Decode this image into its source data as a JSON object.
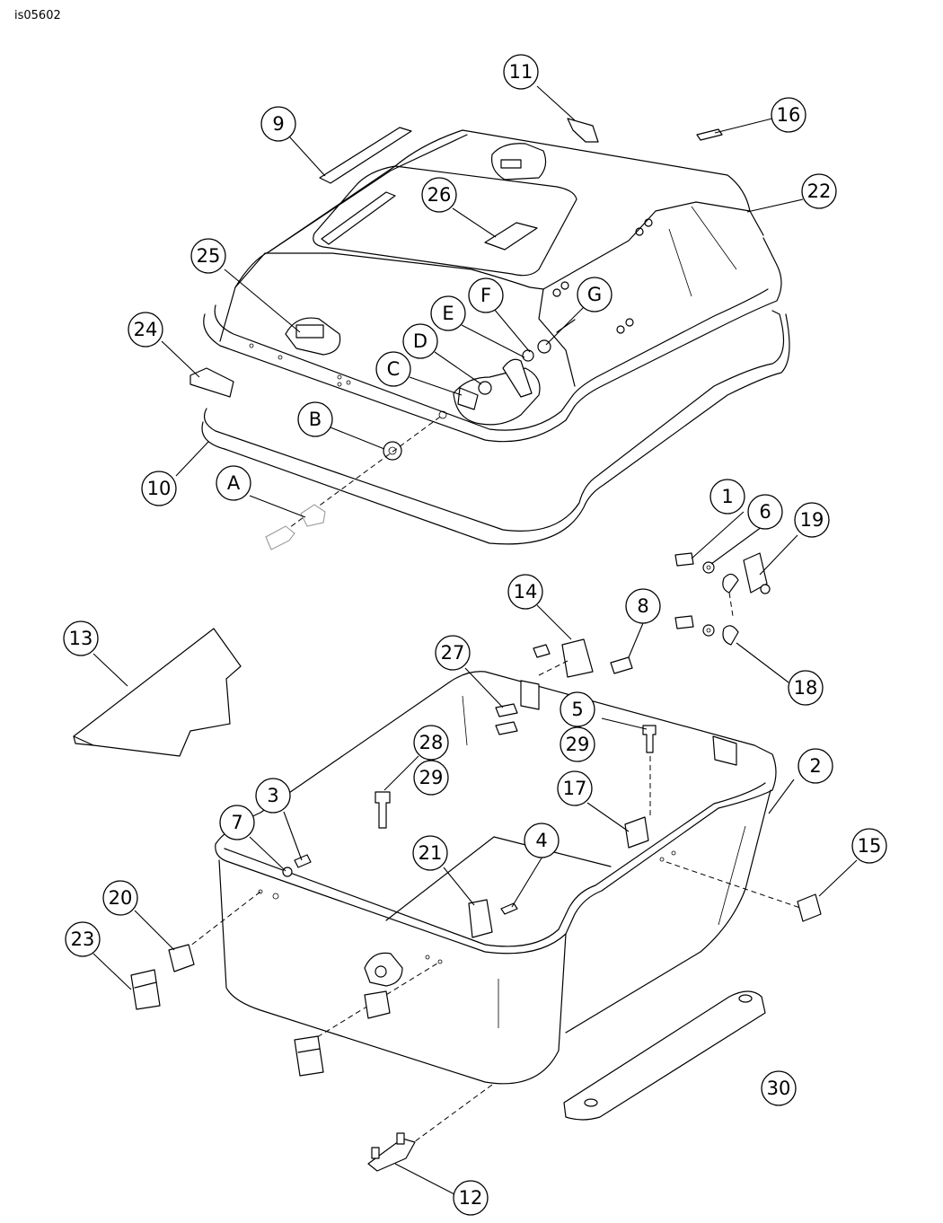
{
  "figure_id": "is05602",
  "callouts": [
    {
      "label": "1"
    },
    {
      "label": "2"
    },
    {
      "label": "3"
    },
    {
      "label": "4"
    },
    {
      "label": "5"
    },
    {
      "label": "6"
    },
    {
      "label": "7"
    },
    {
      "label": "8"
    },
    {
      "label": "9"
    },
    {
      "label": "10"
    },
    {
      "label": "11"
    },
    {
      "label": "12"
    },
    {
      "label": "13"
    },
    {
      "label": "14"
    },
    {
      "label": "15"
    },
    {
      "label": "16"
    },
    {
      "label": "17"
    },
    {
      "label": "18"
    },
    {
      "label": "19"
    },
    {
      "label": "20"
    },
    {
      "label": "21"
    },
    {
      "label": "22"
    },
    {
      "label": "23"
    },
    {
      "label": "24"
    },
    {
      "label": "25"
    },
    {
      "label": "26"
    },
    {
      "label": "27"
    },
    {
      "label": "28"
    },
    {
      "label": "29"
    },
    {
      "label": "29"
    },
    {
      "label": "30"
    },
    {
      "label": "A"
    },
    {
      "label": "B"
    },
    {
      "label": "C"
    },
    {
      "label": "D"
    },
    {
      "label": "E"
    },
    {
      "label": "F"
    },
    {
      "label": "G"
    }
  ]
}
